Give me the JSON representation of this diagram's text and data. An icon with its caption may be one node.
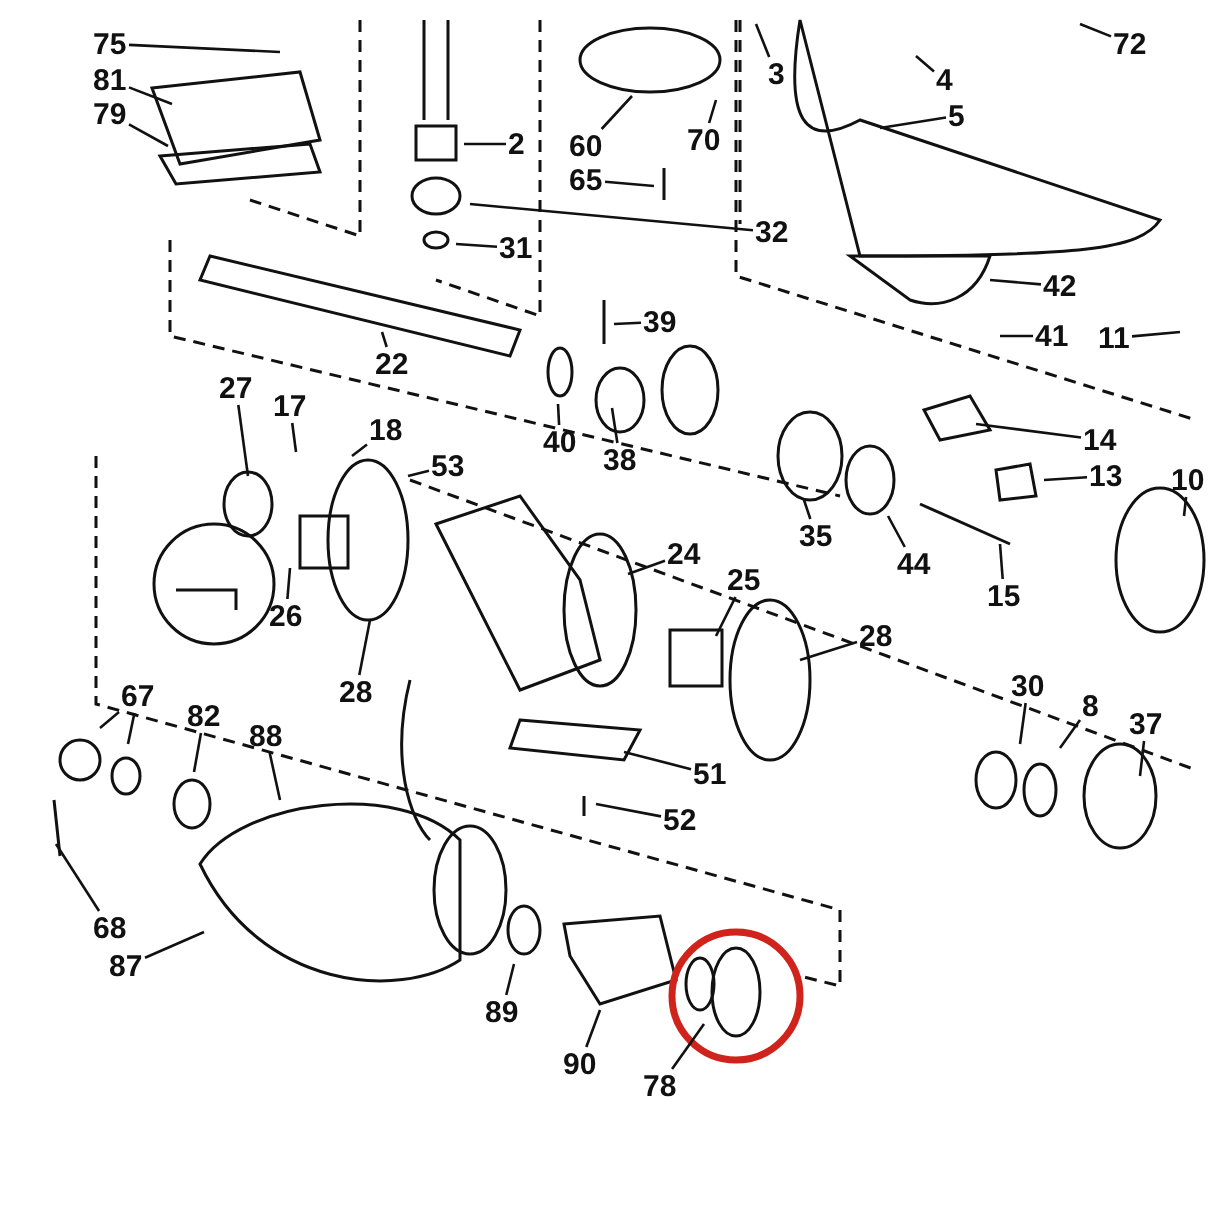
{
  "diagram": {
    "nodes": [
      {
        "text": [
          "75"
        ]
      },
      {
        "text": [
          "72"
        ]
      },
      {
        "text": [
          "81"
        ]
      },
      {
        "text": [
          "79"
        ]
      },
      {
        "text": [
          "3"
        ]
      },
      {
        "text": [
          "4"
        ]
      },
      {
        "text": [
          "2"
        ]
      },
      {
        "text": [
          "5"
        ]
      },
      {
        "text": [
          "60"
        ]
      },
      {
        "text": [
          "70"
        ]
      },
      {
        "text": [
          "65"
        ]
      },
      {
        "text": [
          "32"
        ]
      },
      {
        "text": [
          "31"
        ]
      },
      {
        "text": [
          "42"
        ]
      },
      {
        "text": [
          "39"
        ]
      },
      {
        "text": [
          "41"
        ]
      },
      {
        "text": [
          "11"
        ]
      },
      {
        "text": [
          "22"
        ]
      },
      {
        "text": [
          "27"
        ]
      },
      {
        "text": [
          "17"
        ]
      },
      {
        "text": [
          "40"
        ]
      },
      {
        "text": [
          "38"
        ]
      },
      {
        "text": [
          "18"
        ]
      },
      {
        "text": [
          "14"
        ]
      },
      {
        "text": [
          "53"
        ]
      },
      {
        "text": [
          "13"
        ]
      },
      {
        "text": [
          "10"
        ]
      },
      {
        "text": [
          "24"
        ]
      },
      {
        "text": [
          "25"
        ]
      },
      {
        "text": [
          "35"
        ]
      },
      {
        "text": [
          "44"
        ]
      },
      {
        "text": [
          "26"
        ]
      },
      {
        "text": [
          "15"
        ]
      },
      {
        "text": [
          "28"
        ]
      },
      {
        "text": [
          "28"
        ]
      },
      {
        "text": [
          "67"
        ]
      },
      {
        "text": [
          "30"
        ]
      },
      {
        "text": [
          "8"
        ]
      },
      {
        "text": [
          "82"
        ]
      },
      {
        "text": [
          "88"
        ]
      },
      {
        "text": [
          "37"
        ]
      },
      {
        "text": [
          "51"
        ]
      },
      {
        "text": [
          "52"
        ]
      },
      {
        "text": [
          "68"
        ]
      },
      {
        "text": [
          "87"
        ]
      },
      {
        "text": [
          "89"
        ]
      },
      {
        "text": [
          "90"
        ]
      },
      {
        "text": [
          "78"
        ]
      }
    ],
    "edges": [
      {
        "from": 0,
        "to": null,
        "arrow": "none"
      },
      {
        "from": 1,
        "to": null,
        "arrow": "none"
      },
      {
        "from": 2,
        "to": null,
        "arrow": "none"
      },
      {
        "from": 3,
        "to": null,
        "arrow": "none"
      },
      {
        "from": 4,
        "to": null,
        "arrow": "none"
      },
      {
        "from": 5,
        "to": null,
        "arrow": "none"
      },
      {
        "from": 6,
        "to": null,
        "arrow": "none"
      },
      {
        "from": 7,
        "to": null,
        "arrow": "none"
      },
      {
        "from": 8,
        "to": null,
        "arrow": "none"
      },
      {
        "from": 9,
        "to": null,
        "arrow": "none"
      },
      {
        "from": 10,
        "to": null,
        "arrow": "none"
      },
      {
        "from": 11,
        "to": null,
        "arrow": "none"
      },
      {
        "from": 12,
        "to": null,
        "arrow": "none"
      },
      {
        "from": 13,
        "to": null,
        "arrow": "none"
      },
      {
        "from": 14,
        "to": null,
        "arrow": "none"
      },
      {
        "from": 15,
        "to": null,
        "arrow": "none"
      },
      {
        "from": 16,
        "to": null,
        "arrow": "none"
      },
      {
        "from": 17,
        "to": null,
        "arrow": "none"
      },
      {
        "from": 18,
        "to": null,
        "arrow": "none"
      },
      {
        "from": 19,
        "to": null,
        "arrow": "none"
      },
      {
        "from": 20,
        "to": null,
        "arrow": "none"
      },
      {
        "from": 21,
        "to": null,
        "arrow": "none"
      },
      {
        "from": 22,
        "to": null,
        "arrow": "none"
      },
      {
        "from": 23,
        "to": null,
        "arrow": "none"
      },
      {
        "from": 24,
        "to": null,
        "arrow": "none"
      },
      {
        "from": 25,
        "to": null,
        "arrow": "none"
      },
      {
        "from": 26,
        "to": null,
        "arrow": "none"
      },
      {
        "from": 27,
        "to": null,
        "arrow": "none"
      },
      {
        "from": 28,
        "to": null,
        "arrow": "none"
      },
      {
        "from": 29,
        "to": null,
        "arrow": "none"
      },
      {
        "from": 30,
        "to": null,
        "arrow": "none"
      },
      {
        "from": 31,
        "to": null,
        "arrow": "none"
      },
      {
        "from": 32,
        "to": null,
        "arrow": "none"
      },
      {
        "from": 33,
        "to": null,
        "arrow": "none"
      },
      {
        "from": 34,
        "to": null,
        "arrow": "none"
      },
      {
        "from": 35,
        "to": null,
        "arrow": "none"
      },
      {
        "from": 35,
        "to": null,
        "arrow": "none"
      },
      {
        "from": 36,
        "to": null,
        "arrow": "none"
      },
      {
        "from": 37,
        "to": null,
        "arrow": "none"
      },
      {
        "from": 38,
        "to": null,
        "arrow": "none"
      },
      {
        "from": 39,
        "to": null,
        "arrow": "none"
      },
      {
        "from": 40,
        "to": null,
        "arrow": "none"
      },
      {
        "from": 41,
        "to": null,
        "arrow": "none"
      },
      {
        "from": 42,
        "to": null,
        "arrow": "none"
      },
      {
        "from": 43,
        "to": null,
        "arrow": "none"
      },
      {
        "from": 44,
        "to": null,
        "arrow": "none"
      },
      {
        "from": 45,
        "to": null,
        "arrow": "none"
      },
      {
        "from": 46,
        "to": null,
        "arrow": "none"
      },
      {
        "from": 47,
        "to": null,
        "arrow": "none"
      }
    ]
  }
}
